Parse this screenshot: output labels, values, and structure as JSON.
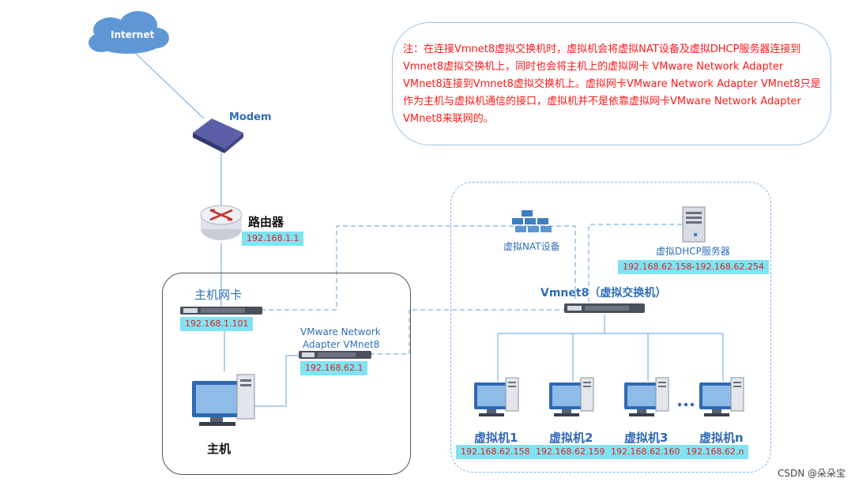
{
  "nodes": {
    "internet": "Internet",
    "modem": "Modem",
    "router": "路由器",
    "router_ip": "192.168.1.1",
    "host_nic": "主机网卡",
    "host_nic_ip": "192.168.1.101",
    "vmnet8_adapter_line1": "VMware Network",
    "vmnet8_adapter_line2": "Adapter VMnet8",
    "vmnet8_adapter_ip": "192.168.62.1",
    "host": "主机",
    "nat_device": "虚拟NAT设备",
    "dhcp_server": "虚拟DHCP服务器",
    "dhcp_range": "192.168.62.158-192.168.62.254",
    "vswitch": "Vmnet8（虚拟交换机）",
    "ellipsis": "• • •"
  },
  "vms": [
    {
      "name": "虚拟机1",
      "ip": "192.168.62.158"
    },
    {
      "name": "虚拟机2",
      "ip": "192.168.62.159"
    },
    {
      "name": "虚拟机3",
      "ip": "192.168.62.160"
    },
    {
      "name": "虚拟机n",
      "ip": "192.168.62.n"
    }
  ],
  "note": "注：在连接Vmnet8虚拟交换机时，虚拟机会将虚拟NAT设备及虚拟DHCP服务器连接到Vmnet8虚拟交换机上，同时也会将主机上的虚拟网卡 VMware Network Adapter VMnet8连接到Vmnet8虚拟交换机上。虚拟网卡VMware Network Adapter VMnet8只是作为主机与虚拟机通信的接口，虚拟机并不是依靠虚拟网卡VMware Network Adapter VMnet8来联网的。",
  "watermark": "CSDN @朵朵宝",
  "colors": {
    "ip_bg": "#7fe3f2",
    "ip_text": "#e02020",
    "note_text": "#ff1a1a",
    "label_blue": "#2f6fb7",
    "line_blue": "#7fb2e0"
  },
  "icons": {
    "cloud": "cloud-icon",
    "modem": "modem-icon",
    "router": "router-icon",
    "switch": "switch-icon",
    "server": "server-icon",
    "nat": "server-rack-icon",
    "computer": "desktop-computer-icon"
  }
}
